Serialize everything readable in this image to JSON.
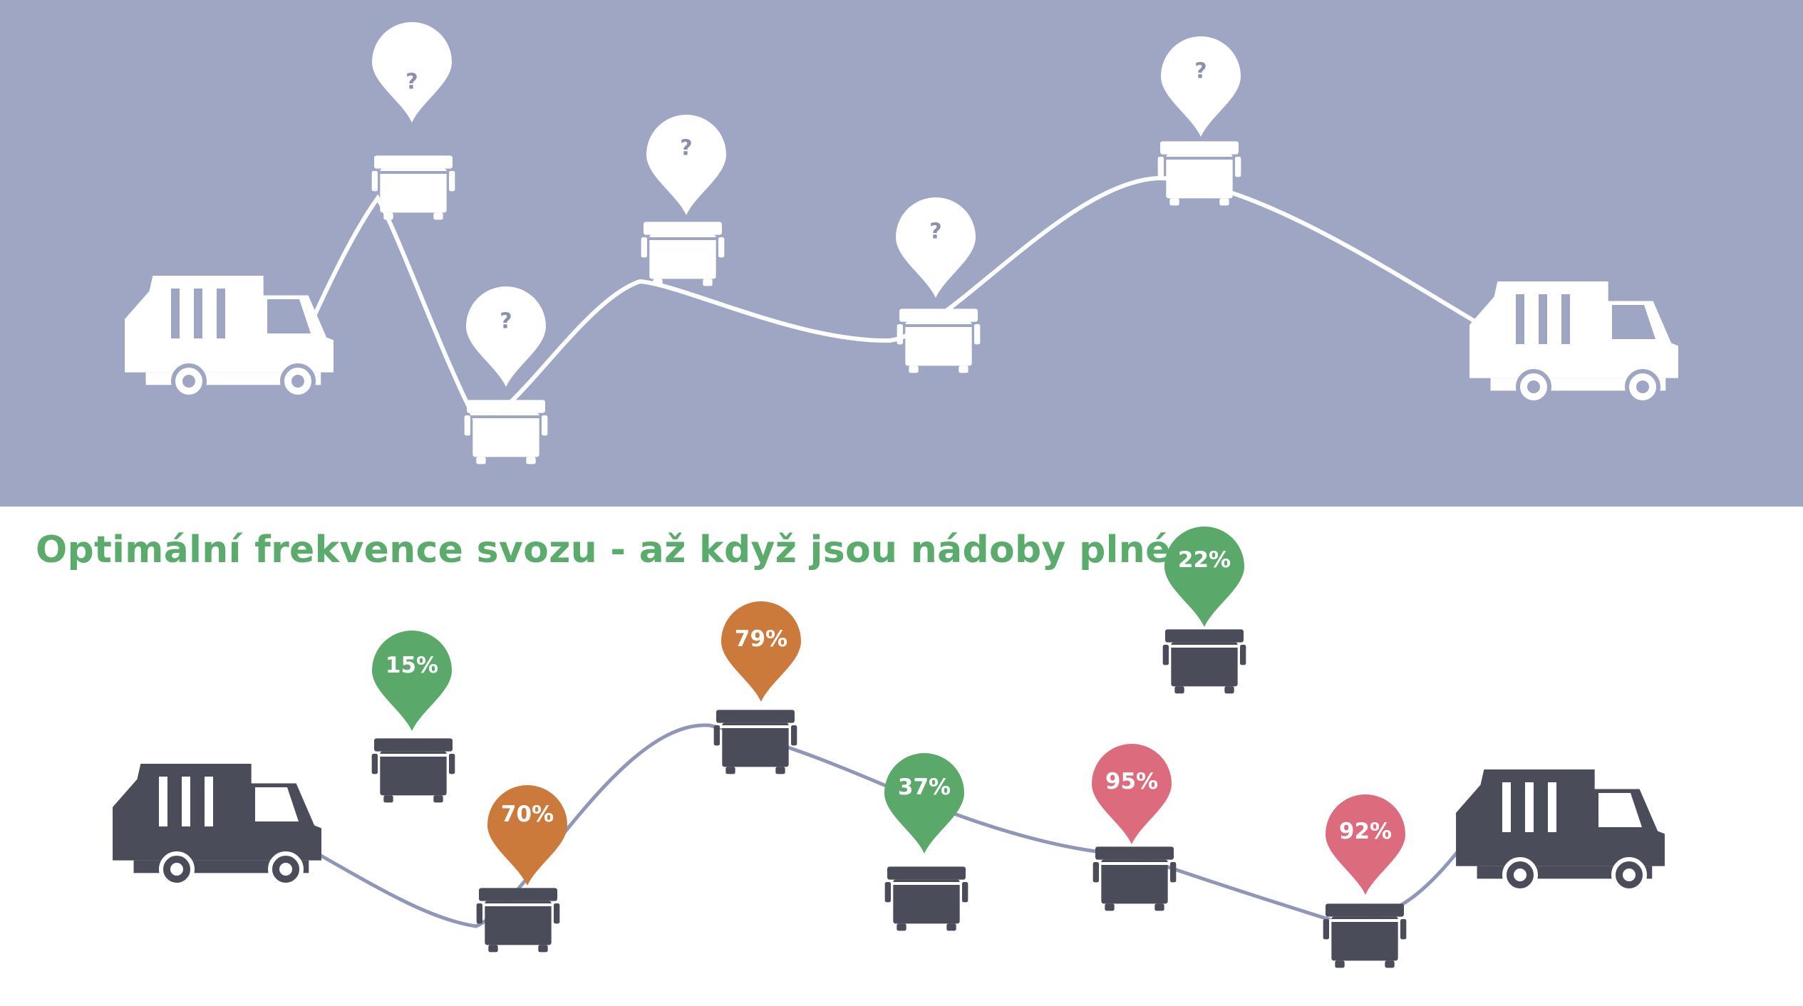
{
  "colors": {
    "top_background": "#9fa6c3",
    "top_shape": "#ffffff",
    "top_pin_text": "#8a90ab",
    "bottom_background": "#ffffff",
    "bottom_shape": "#4b4c5a",
    "route_line_bottom": "#8f96b8",
    "heading": "#5aab6c",
    "fill_low": "#5aa86a",
    "fill_mid": "#cc7a3c",
    "fill_high": "#dd6b7e"
  },
  "icons": [
    "garbage-truck-icon",
    "waste-container-icon",
    "map-pin-icon"
  ],
  "top_panel": {
    "pins": [
      {
        "label": "?"
      },
      {
        "label": "?"
      },
      {
        "label": "?"
      },
      {
        "label": "?"
      },
      {
        "label": "?"
      }
    ]
  },
  "bottom_panel": {
    "heading": "Optimální frekvence svozu - až když jsou nádoby plné",
    "pins": [
      {
        "label": "15%",
        "fill_percent": 15,
        "level": "low"
      },
      {
        "label": "70%",
        "fill_percent": 70,
        "level": "mid"
      },
      {
        "label": "79%",
        "fill_percent": 79,
        "level": "mid"
      },
      {
        "label": "37%",
        "fill_percent": 37,
        "level": "low"
      },
      {
        "label": "95%",
        "fill_percent": 95,
        "level": "high"
      },
      {
        "label": "22%",
        "fill_percent": 22,
        "level": "low"
      },
      {
        "label": "92%",
        "fill_percent": 92,
        "level": "high"
      }
    ]
  }
}
